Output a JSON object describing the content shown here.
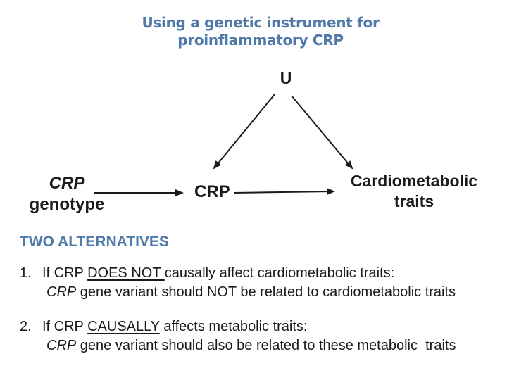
{
  "title": {
    "line1": "Using a genetic instrument for",
    "line2": "proinflammatory CRP"
  },
  "diagram": {
    "confounder": "U",
    "genotype_line1": "CRP",
    "genotype_line2": "genotype",
    "exposure": "CRP",
    "outcome_line1": "Cardiometabolic",
    "outcome_line2": "traits",
    "arrows": [
      "U to CRP",
      "U to Cardiometabolic traits",
      "CRP genotype to CRP",
      "CRP to Cardiometabolic traits"
    ]
  },
  "alternatives": {
    "heading": "TWO ALTERNATIVES",
    "items": [
      {
        "number": "1.",
        "line1_pre": "If CRP ",
        "line1_underline": "DOES NOT ",
        "line1_post": "causally affect cardiometabolic traits:",
        "line2_italic": "CRP",
        "line2_rest": " gene variant should NOT be related to cardiometabolic traits"
      },
      {
        "number": "2.",
        "line1_pre": "If CRP ",
        "line1_underline": "CAUSALLY",
        "line1_post": " affects metabolic traits:",
        "line2_italic": "CRP",
        "line2_rest": " gene variant should also be related to these metabolic  traits"
      }
    ]
  },
  "colors": {
    "accent": "#4f79a8",
    "text": "#1a1a1a",
    "background": "#ffffff"
  }
}
